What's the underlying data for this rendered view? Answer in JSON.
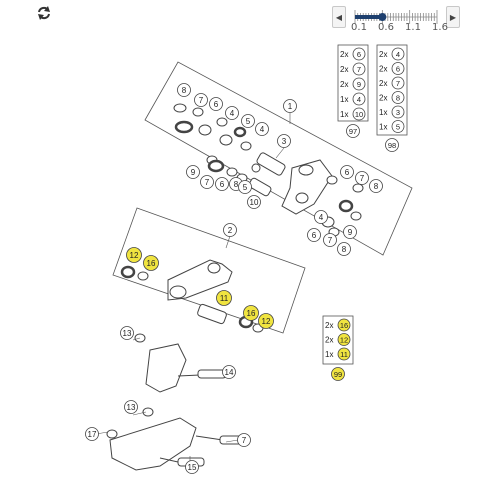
{
  "toolbar": {
    "refresh_icon": "refresh-icon"
  },
  "zoom": {
    "decrease_icon": "chevron-left-icon",
    "increase_icon": "chevron-right-icon",
    "min": 0.1,
    "max": 1.6,
    "level": 0.6,
    "tick_labels": [
      "0.1",
      "0.6",
      "1.1",
      "1.6"
    ]
  },
  "colors": {
    "highlight": "#f0e440",
    "line": "#555555",
    "accent_track": "#1d3f6e"
  },
  "callouts": {
    "kit1": "1",
    "kit2": "2",
    "p3": "3",
    "p4": [
      "4",
      "4",
      "4"
    ],
    "p5": [
      "5",
      "5"
    ],
    "p6": [
      "6",
      "6",
      "6",
      "6"
    ],
    "p7": [
      "7",
      "7",
      "7",
      "7",
      "7"
    ],
    "p8": [
      "8",
      "8"
    ],
    "p9": [
      "9",
      "9"
    ],
    "p10": "10",
    "p11": "11",
    "p12": [
      "12",
      "12"
    ],
    "p13": [
      "13",
      "13"
    ],
    "p14": "14",
    "p15": "15",
    "p16": [
      "16",
      "16"
    ],
    "p17": "17"
  },
  "kit97": {
    "rows": [
      {
        "qty": "2x",
        "part": "6"
      },
      {
        "qty": "2x",
        "part": "7"
      },
      {
        "qty": "2x",
        "part": "9"
      },
      {
        "qty": "1x",
        "part": "4"
      },
      {
        "qty": "1x",
        "part": "10"
      }
    ],
    "label": "97"
  },
  "kit98": {
    "rows": [
      {
        "qty": "2x",
        "part": "4"
      },
      {
        "qty": "2x",
        "part": "6"
      },
      {
        "qty": "2x",
        "part": "7"
      },
      {
        "qty": "2x",
        "part": "8"
      },
      {
        "qty": "1x",
        "part": "3"
      },
      {
        "qty": "1x",
        "part": "5"
      }
    ],
    "label": "98"
  },
  "kit99": {
    "rows": [
      {
        "qty": "2x",
        "part": "16"
      },
      {
        "qty": "2x",
        "part": "12"
      },
      {
        "qty": "1x",
        "part": "11"
      }
    ],
    "label": "99"
  }
}
